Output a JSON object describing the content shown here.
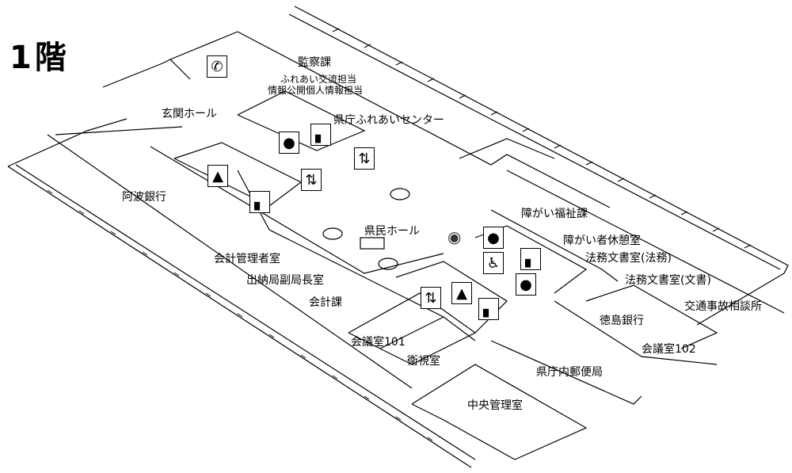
{
  "floor_title": "1階",
  "rooms": {
    "kansa": "監察課",
    "fureai_koryu": "ふれあい交流担当",
    "joho_kokai": "情報公開個人情報担当",
    "fureai_center": "県庁ふれあいセンター",
    "genkan": "玄関ホール",
    "awa_bank": "阿波銀行",
    "kenmin_hall": "県民ホール",
    "shogai_fukushi": "障がい福祉課",
    "shogai_kyukei": "障がい者休憩室",
    "homu_homu": "法務文書室(法務)",
    "homu_bunsho": "法務文書室(文書)",
    "kotsu_jiko": "交通事故相談所",
    "tokushima_bank": "徳島銀行",
    "kaigi102": "会議室102",
    "kaikei_kanri": "会計管理者室",
    "suitou": "出納局副局長室",
    "kaikei": "会計課",
    "kaigi101": "会議室101",
    "eishi": "衛視室",
    "yubin": "県庁内郵便局",
    "chuo_kanri": "中央管理室"
  },
  "icons": [
    "phone-icon",
    "toilet-men-icon",
    "stairs-icon",
    "elevator-icon",
    "toilet-women-icon",
    "restroom-accessible-icon",
    "info-icon"
  ]
}
